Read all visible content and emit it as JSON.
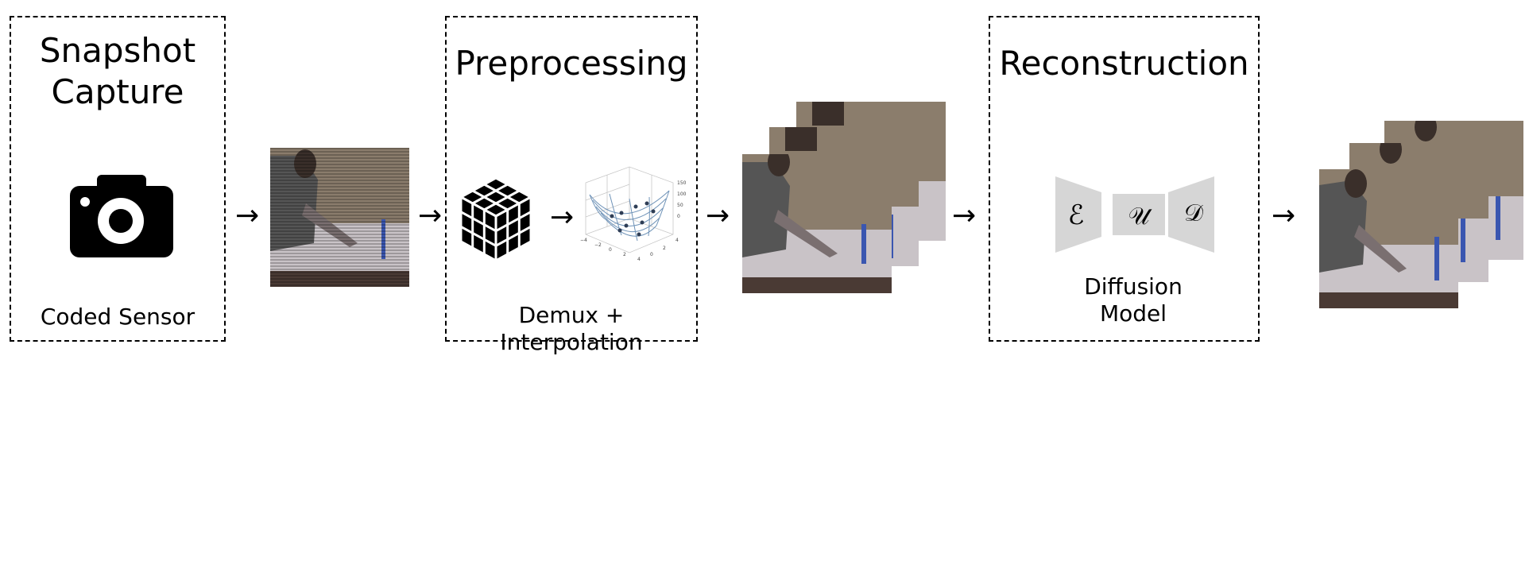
{
  "stages": {
    "capture": {
      "title_line1": "Snapshot",
      "title_line2": "Capture",
      "caption": "Coded Sensor",
      "icon": "camera-icon"
    },
    "preprocessing": {
      "title": "Preprocessing",
      "caption": "Demux + Interpolation",
      "icons": [
        "cube-grid-icon",
        "surface-plot-icon"
      ]
    },
    "reconstruction": {
      "title": "Reconstruction",
      "caption_line1": "Diffusion",
      "caption_line2": "Model",
      "blocks": [
        "ℰ",
        "𝒰",
        "𝒟"
      ]
    }
  },
  "arrow_glyph": "→",
  "surface_plot_ticks": {
    "z": [
      "150",
      "100",
      "50",
      "0"
    ],
    "x": [
      "−4",
      "−2",
      "0",
      "2",
      "4"
    ],
    "y": [
      "0",
      "2",
      "4"
    ]
  },
  "colors": {
    "frame_wall": "#8b7d6c",
    "frame_table": "#c9c3c7",
    "frame_floor": "#4a3a34",
    "block_fill": "#d6d6d6",
    "plot_line": "#6f93b8"
  }
}
